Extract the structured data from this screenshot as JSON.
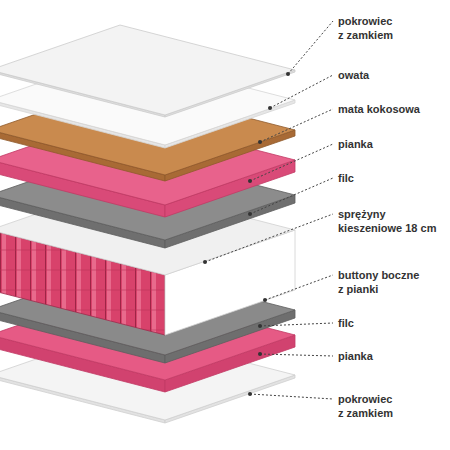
{
  "diagram": {
    "labels": [
      "pokrowiec z zamkiem",
      "owata",
      "mata kokosowa",
      "pianka",
      "filc",
      "sprężyny kieszeniowe 18 cm",
      "buttony boczne z pianki",
      "filc",
      "pianka",
      "pokrowiec z zamkiem"
    ]
  }
}
